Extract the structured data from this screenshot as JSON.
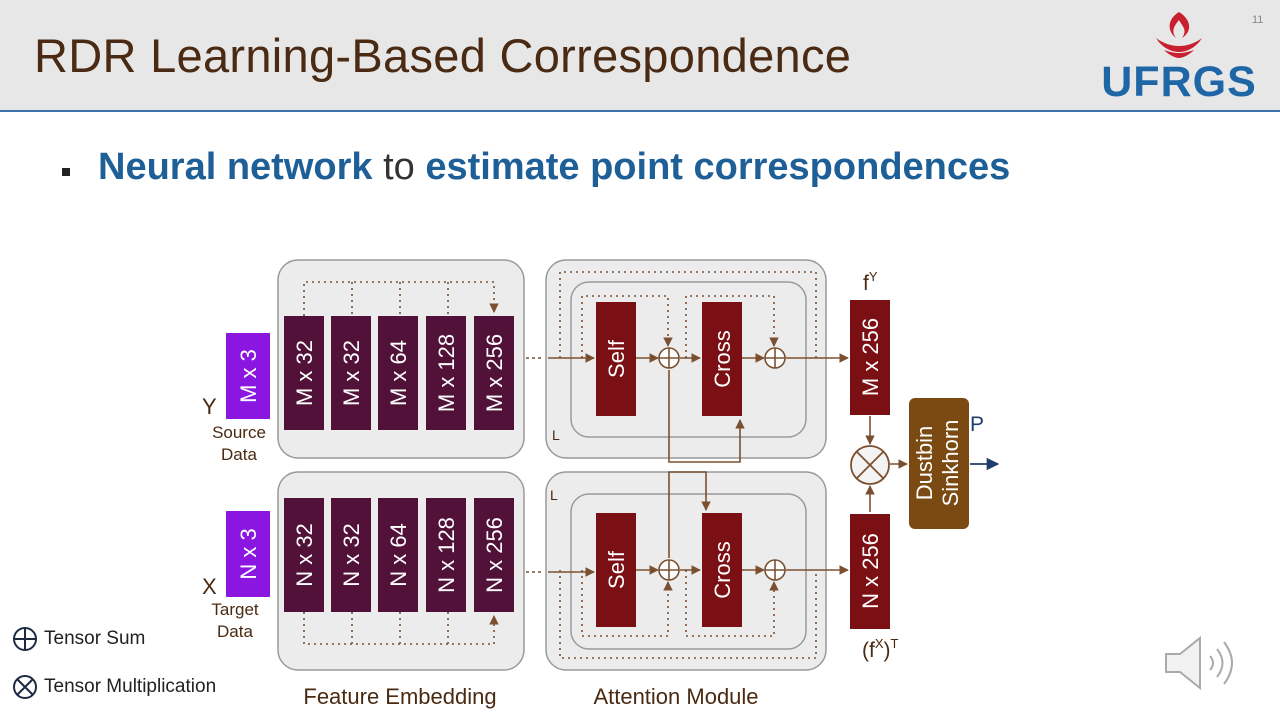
{
  "slide": {
    "title": "RDR Learning-Based Correspondence",
    "number": "11",
    "logo_text": "UFRGS",
    "bullet": {
      "part1": "Neural network",
      "part2": " to ",
      "part3": "estimate point correspondences"
    }
  },
  "diagram": {
    "source_input": "M x 3",
    "source_symbol": "Y",
    "source_caption_1": "Source",
    "source_caption_2": "Data",
    "target_input": "N x 3",
    "target_symbol": "X",
    "target_caption_1": "Target",
    "target_caption_2": "Data",
    "source_layers": [
      "M x 32",
      "M x 32",
      "M x 64",
      "M x 128",
      "M x 256"
    ],
    "target_layers": [
      "N x 32",
      "N x 32",
      "N x 64",
      "N x 128",
      "N x 256"
    ],
    "self_label": "Self",
    "cross_label": "Cross",
    "loop_label": "L",
    "source_feature": "M x 256",
    "target_feature": "N x 256",
    "fy_label": "f",
    "fy_sup": "Y",
    "fx_label_open": "(f",
    "fx_sup": "X",
    "fx_label_close": ")",
    "fx_sup2": "T",
    "dustbin_line1": "Dustbin",
    "dustbin_line2": "Sinkhorn",
    "p_label": "P",
    "feature_embedding_label": "Feature Embedding",
    "attention_module_label": "Attention Module"
  },
  "legend": {
    "sum": "Tensor Sum",
    "mul": "Tensor Multiplication"
  },
  "colors": {
    "layer": "#521138",
    "input": "#8b16e0",
    "attention_block": "#7a0f14",
    "sinkhorn": "#7a4a12",
    "arrow": "#7b5030",
    "title": "#4a2a12",
    "accent": "#1f5f97"
  }
}
